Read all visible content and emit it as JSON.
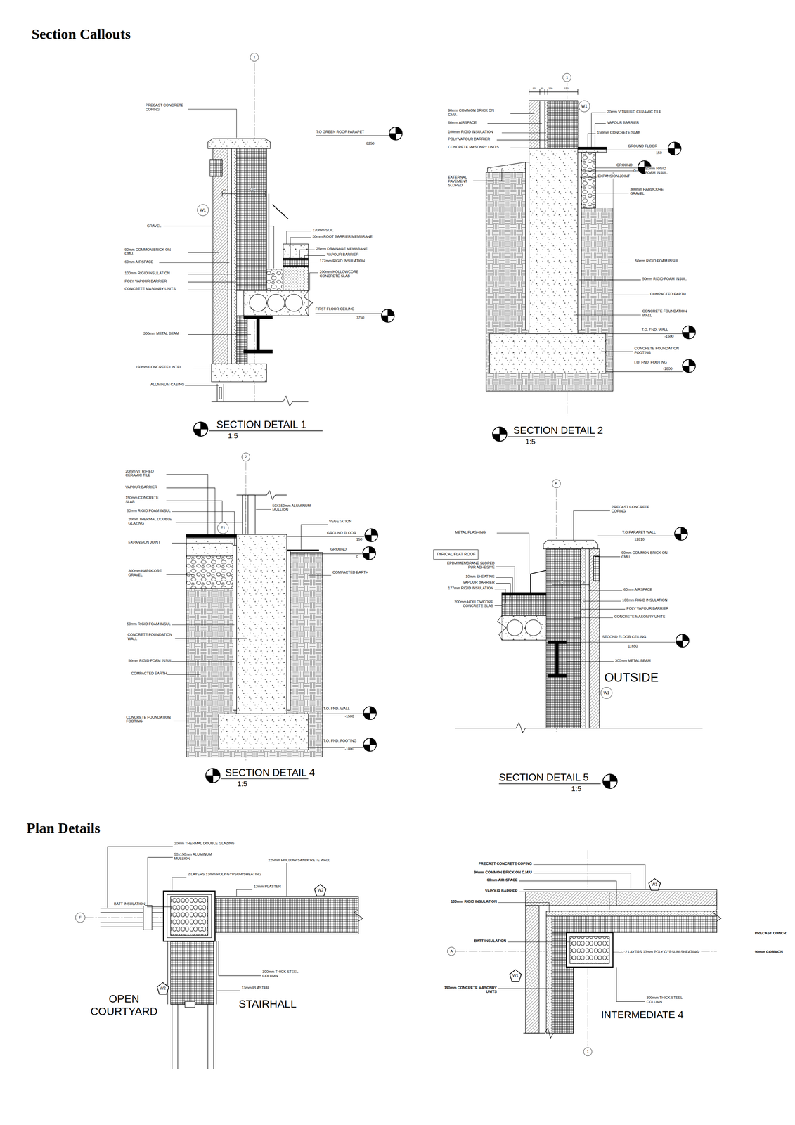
{
  "diagram": {
    "nodes": [
      {
        "text": [
          "1"
        ]
      },
      {
        "text": [
          "W1"
        ]
      },
      {
        "text": [
          "1"
        ]
      },
      {
        "text": [
          "W1"
        ]
      },
      {
        "text": [
          "2"
        ]
      },
      {
        "text": [
          "F1"
        ]
      },
      {
        "text": [
          "K"
        ]
      },
      {
        "text": [
          "TYPICAL FLAT ROOF"
        ]
      },
      {
        "text": [
          "W1"
        ]
      },
      {
        "text": [
          "F"
        ]
      },
      {
        "text": [
          "W2"
        ]
      },
      {
        "text": [
          "W2"
        ]
      },
      {
        "text": [
          "W1"
        ]
      },
      {
        "text": [
          "A"
        ]
      },
      {
        "text": [
          "W1"
        ]
      },
      {
        "text": [
          "1"
        ]
      }
    ],
    "labels": [
      "Section Callouts",
      "PRECAST CONCRETE COPING",
      "T.O GREEN ROOF PARAPET",
      "8250",
      "GRAVEL",
      "120mm SOIL",
      "30mm ROOT BARRIER MEMBRANE",
      "25mm DRAINAGE MEMBRANE",
      "VAPOUR BARRIER",
      "177mm RIGID INSULATION",
      "200mm HOLLOWCORE CONCRETE SLAB",
      "90mm COMMON BRICK ON CMU.",
      "60mm AIRSPACE",
      "100mm RIGID INSULATION",
      "POLY VAPOUR BARRIER",
      "CONCRETE MASONRY UNITS",
      "60",
      "150",
      "FIRST FLOOR CEILING",
      "7750",
      "300mm METAL BEAM",
      "150mm CONCRETE LINTEL",
      "ALUMINUM CASING",
      "SECTION DETAIL 1",
      "1:5",
      "90",
      "60",
      "100",
      "150",
      "90mm COMMON BRICK ON CMU.",
      "60mm AIRSPACE",
      "100mm RIGID INSULATION",
      "POLY VAPOUR BARRIER",
      "CONCRETE MASONRY UNITS",
      "EXTERNAL PAVEMENT SLOPED",
      "20mm VITRIFIED CERAMIC TILE",
      "VAPOUR BARRIER",
      "150mm CONCRETE SLAB",
      "GROUND FLOOR",
      "150",
      "GROUND",
      "0",
      "50mm RIGID FOAM INSUL.",
      "EXPANSION JOINT",
      "300mm HARDCORE GRAVEL",
      "50mm RIGID FOAM INSUL.",
      "50mm RIGID FOAM INSUL.",
      "COMPACTED EARTH",
      "CONCRETE FOUNDATION WALL",
      "T.O. FND. WALL",
      "-1500",
      "CONCRETE FOUNDATION FOOTING",
      "T.O. FND. FOOTING",
      "-1800",
      "SECTION DETAIL 2",
      "1:5",
      "20mm VITRIFIED CERAMIC TILE",
      "VAPOUR BARRIER",
      "150mm CONCRETE SLAB",
      "50mm RIGID FOAM INSUL",
      "20mm THERMAL DOUBLE GLAZING",
      "EXPANSION JOINT",
      "300mm HARDCORE GRAVEL",
      "50mm RIGID FOAM INSUL",
      "CONCRETE FOUNDATION WALL",
      "50mm RIGID FOAM INSUL",
      "COMPACTED EARTH",
      "CONCRETE FOUNDATION FOOTING",
      "50X150mm ALUMINUM MULLION",
      "VEGETATION",
      "GROUND FLOOR",
      "150",
      "GROUND",
      "0",
      "COMPACTED EARTH",
      "T.O. FND. WALL",
      "-1500",
      "T.O. FND. FOOTING",
      "-1800",
      "SECTION DETAIL 4",
      "1:5",
      "PRECAST CONCRETE COPING",
      "METAL FLASHING",
      "T.O PARAPET WALL",
      "12810",
      "EPDM MEMBRANE SLOPED PUR ADHESIVE",
      "10mm SHEATING",
      "VAPOUR BARRIER",
      "177mm RIGID INSULATION",
      "200mm HOLLOWCORE CONCRETE SLAB",
      "90mm COMMON BRICK ON CMU.",
      "150",
      "60",
      "60mm AIRSPACE",
      "100mm RIGID INSULATION",
      "POLY VAPOUR BARRIER",
      "CONCRETE MASONRY UNITS",
      "SECOND FLOOR CEILING",
      "11650",
      "300mm METAL BEAM",
      "OUTSIDE",
      "SECTION DETAIL 5",
      "1:5",
      "Plan Details",
      "20mm THERMAL DOUBLE GLAZING",
      "50x150mm ALUMINUM MULLION",
      "225mm HOLLOW SANDCRETE WALL",
      "2 LAYERS 13mm POLY GYPSUM SHEATING",
      "13mm PLASTER",
      "BATT INSULATION",
      "300mm THICK STEEL COLUMN",
      "13mm PLASTER",
      "OPEN COURTYARD",
      "STAIRHALL",
      "PRECAST CONCRETE COPING",
      "90mm COMMON BRICK ON C.M.U",
      "60mm AIR-SPACE",
      "VAPOUR BARRIER",
      "100mm RIGID INSULATION",
      "BATT INSULATION",
      "2 LAYERS 13mm POLY GYPSUM SHEATING",
      "190mm CONCRETE MASONRY UNITS",
      "300mm THICK STEEL COLUMN",
      "INTERMEDIATE 4",
      "PRECAST CONCR",
      "90mm COMMON"
    ]
  }
}
